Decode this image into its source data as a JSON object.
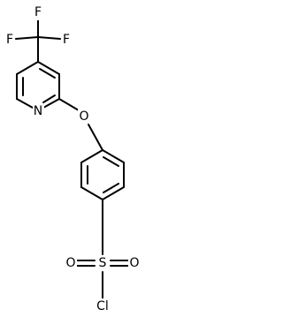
{
  "molecule": {
    "atoms": {
      "F1": "F",
      "F2": "F",
      "F3": "F",
      "N": "N",
      "O": "O",
      "S": "S",
      "O_sulfonyl_left": "O",
      "O_sulfonyl_right": "O",
      "Cl": "Cl"
    }
  }
}
